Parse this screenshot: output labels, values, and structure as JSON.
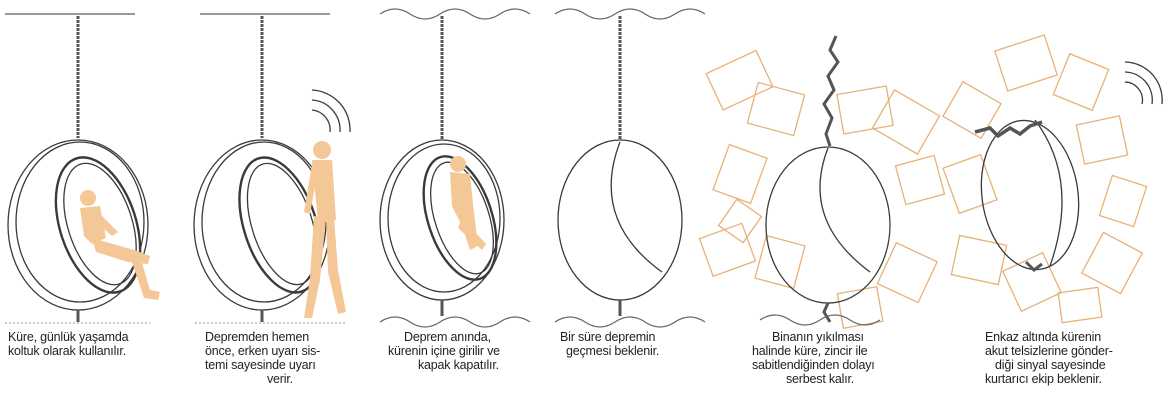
{
  "colors": {
    "line": "#3a3a3a",
    "figure": "#f4c896",
    "debris": "#e6b277",
    "chain": "#555555",
    "background": "#ffffff"
  },
  "panels": [
    {
      "id": "panel-1-daily-use",
      "caption": [
        "Küre, günlük yaşamda",
        "koltuk olarak kullanılır."
      ]
    },
    {
      "id": "panel-2-warning",
      "caption": [
        "Depremden hemen",
        "önce, erken uyarı sis-",
        "temi sayesinde uyarı",
        "verir."
      ]
    },
    {
      "id": "panel-3-entry",
      "caption": [
        "Deprem anında,",
        "kürenin içine girilir ve",
        "kapak kapatılır."
      ]
    },
    {
      "id": "panel-4-waiting",
      "caption": [
        "Bir süre depremin",
        "geçmesi beklenir."
      ]
    },
    {
      "id": "panel-5-collapse",
      "caption": [
        "Binanın yıkılması",
        "halinde küre, zincir ile",
        "sabitlendiğinden dolayı",
        "serbest kalır."
      ]
    },
    {
      "id": "panel-6-rescue",
      "caption": [
        "Enkaz altında kürenin",
        "akut telsizlerine gönder-",
        "diği sinyal sayesinde",
        "kurtarıcı ekip beklenir."
      ]
    }
  ]
}
